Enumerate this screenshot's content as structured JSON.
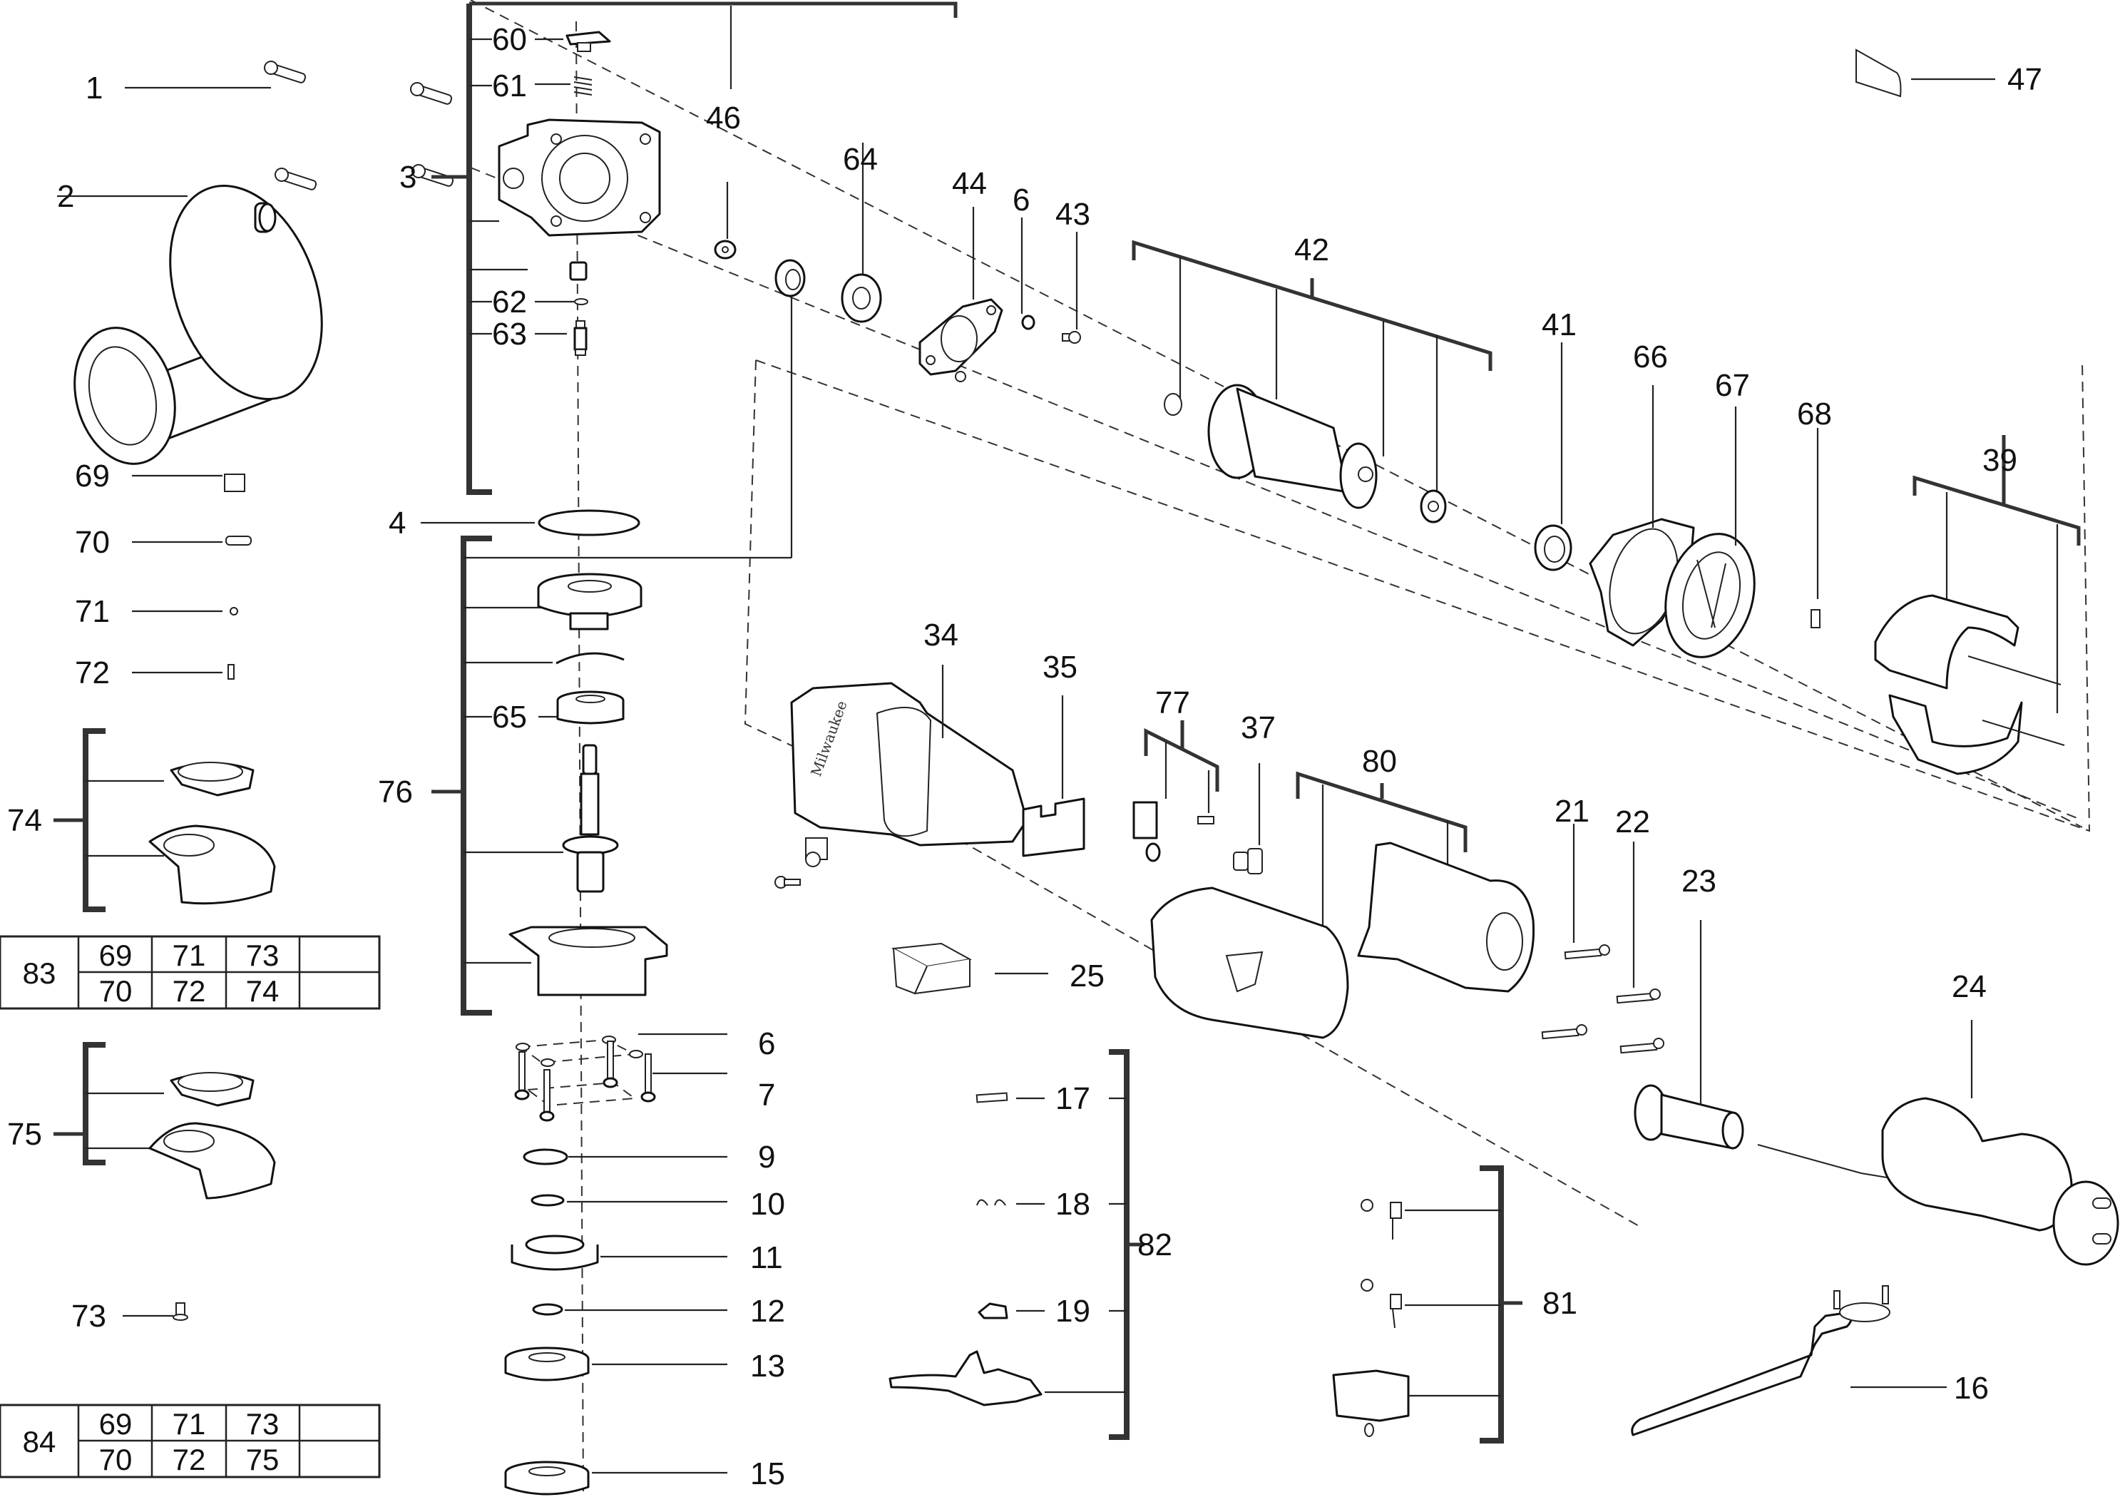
{
  "diagram": {
    "type": "exploded-parts-view",
    "subject": "angle grinder",
    "brand_mark": "Milwaukee"
  },
  "callouts": {
    "p1": "1",
    "p2": "2",
    "p3": "3",
    "p4": "4",
    "p6a": "6",
    "p6b": "6",
    "p7": "7",
    "p9": "9",
    "p10": "10",
    "p11": "11",
    "p12": "12",
    "p13": "13",
    "p15": "15",
    "p16": "16",
    "p17": "17",
    "p18": "18",
    "p19": "19",
    "p21": "21",
    "p22": "22",
    "p23": "23",
    "p24": "24",
    "p25": "25",
    "p34": "34",
    "p35": "35",
    "p37": "37",
    "p39": "39",
    "p41": "41",
    "p42": "42",
    "p43": "43",
    "p44": "44",
    "p46": "46",
    "p47": "47",
    "p60": "60",
    "p61": "61",
    "p62": "62",
    "p63": "63",
    "p64": "64",
    "p65": "65",
    "p66": "66",
    "p67": "67",
    "p68": "68",
    "p69": "69",
    "p70": "70",
    "p71": "71",
    "p72": "72",
    "p73": "73",
    "p74": "74",
    "p75": "75",
    "p76": "76",
    "p77": "77",
    "p80": "80",
    "p81": "81",
    "p82": "82"
  },
  "kit_tables": [
    {
      "kit": "83",
      "rows": [
        [
          "69",
          "71",
          "73",
          ""
        ],
        [
          "70",
          "72",
          "74",
          ""
        ]
      ]
    },
    {
      "kit": "84",
      "rows": [
        [
          "69",
          "71",
          "73",
          ""
        ],
        [
          "70",
          "72",
          "75",
          ""
        ]
      ]
    }
  ]
}
